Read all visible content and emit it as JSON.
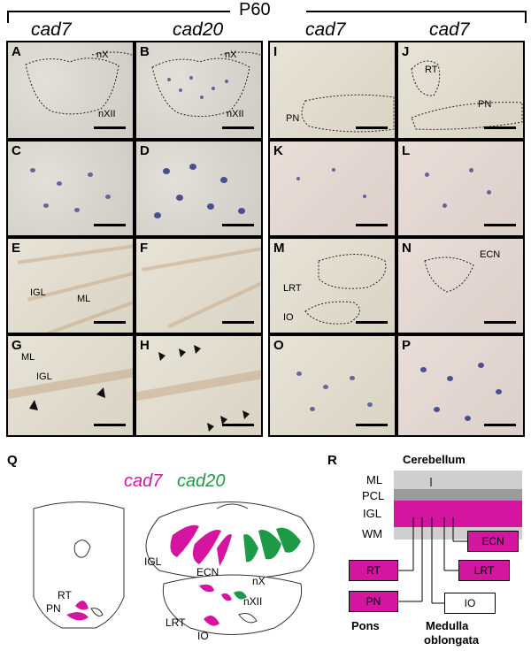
{
  "header": {
    "age": "P60",
    "col1": "cad7",
    "col2": "cad20",
    "col3": "cad7",
    "col4": "cad7"
  },
  "panels": {
    "A": {
      "label": "A",
      "ann": [
        "nX",
        "nXII"
      ]
    },
    "B": {
      "label": "B",
      "ann": [
        "nX",
        "nXII"
      ]
    },
    "C": {
      "label": "C"
    },
    "D": {
      "label": "D"
    },
    "E": {
      "label": "E",
      "ann": [
        "IGL",
        "ML"
      ]
    },
    "F": {
      "label": "F"
    },
    "G": {
      "label": "G",
      "ann": [
        "ML",
        "IGL"
      ]
    },
    "H": {
      "label": "H"
    },
    "I": {
      "label": "I",
      "ann": [
        "PN"
      ]
    },
    "J": {
      "label": "J",
      "ann": [
        "RT",
        "PN"
      ]
    },
    "K": {
      "label": "K"
    },
    "L": {
      "label": "L"
    },
    "M": {
      "label": "M",
      "ann": [
        "LRT",
        "IO"
      ]
    },
    "N": {
      "label": "N",
      "ann": [
        "ECN"
      ]
    },
    "O": {
      "label": "O"
    },
    "P": {
      "label": "P"
    }
  },
  "diagramQ": {
    "label": "Q",
    "legend_cad7": "cad7",
    "legend_cad20": "cad20",
    "labels": [
      "RT",
      "PN",
      "IGL",
      "ECN",
      "nX",
      "nXII",
      "LRT",
      "IO"
    ]
  },
  "diagramR": {
    "label": "R",
    "title": "Cerebellum",
    "layers": [
      "ML",
      "PCL",
      "IGL",
      "WM"
    ],
    "boxes": [
      "RT",
      "PN",
      "ECN",
      "LRT",
      "IO"
    ],
    "pons": "Pons",
    "medulla1": "Medulla",
    "medulla2": "oblongata"
  },
  "colors": {
    "cad7": "#d3159f",
    "cad20": "#1d9a45",
    "stain": "#3b3f8a"
  }
}
